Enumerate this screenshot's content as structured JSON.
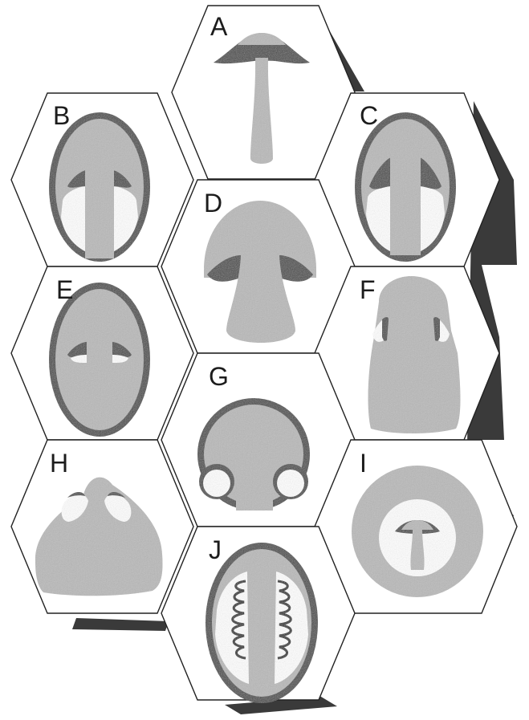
{
  "figure": {
    "description_colors": {
      "background": "#ffffff",
      "hex_outline": "#222222",
      "shadow": "#3a3a3a",
      "tissue_light": "#b9b9b9",
      "tissue_dark": "#4a4a4a",
      "gap": "#ffffff"
    },
    "panels": [
      {
        "id": "A",
        "label": "A"
      },
      {
        "id": "B",
        "label": "B"
      },
      {
        "id": "C",
        "label": "C"
      },
      {
        "id": "D",
        "label": "D"
      },
      {
        "id": "E",
        "label": "E"
      },
      {
        "id": "F",
        "label": "F"
      },
      {
        "id": "G",
        "label": "G"
      },
      {
        "id": "H",
        "label": "H"
      },
      {
        "id": "I",
        "label": "I"
      },
      {
        "id": "J",
        "label": "J"
      }
    ]
  }
}
